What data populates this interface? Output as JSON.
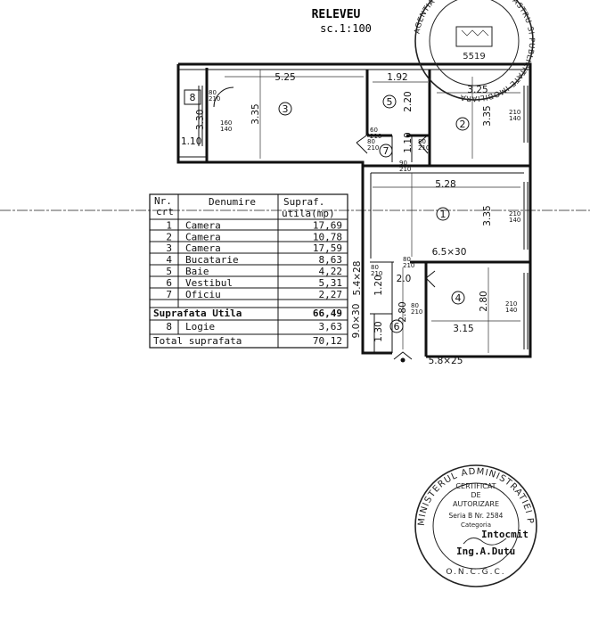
{
  "header": {
    "title": "RELEVEU",
    "scale": "sc.1:100"
  },
  "rooms": [
    {
      "id": "8",
      "width": "1.10",
      "length": "3.30"
    },
    {
      "id": "3",
      "width": "5.25",
      "length": "3.35"
    },
    {
      "id": "5",
      "width": "1.92",
      "length": "2.20"
    },
    {
      "id": "2",
      "width": "3.25",
      "length": "3.35"
    },
    {
      "id": "7",
      "height": "1.10"
    },
    {
      "id": "1",
      "width": "5.28",
      "length": "3.35"
    },
    {
      "id": "4",
      "width": "3.15",
      "length": "2.80"
    },
    {
      "id": "6",
      "width": "1.20",
      "length": "2.80",
      "extra": "1.30"
    }
  ],
  "door_marks": {
    "d3": [
      "80",
      "210"
    ],
    "d3w": [
      "160",
      "140"
    ],
    "d5": [
      "60",
      "210"
    ],
    "d7l": [
      "80",
      "210"
    ],
    "d7r": [
      "80",
      "210"
    ],
    "d7b": [
      "90",
      "210"
    ],
    "d2w": [
      "210",
      "140"
    ],
    "d1w": [
      "210",
      "140"
    ],
    "d1": [
      "80",
      "210"
    ],
    "d4": [
      "80",
      "210"
    ],
    "d4w": [
      "210",
      "140"
    ],
    "d6": [
      "80",
      "210"
    ]
  },
  "extra_dims": {
    "d1": "6.5×30",
    "d2": "5.4×28",
    "d3": "9.0×30",
    "d4": "5.8×25",
    "wall": "2.0"
  },
  "table": {
    "headers": {
      "nr_line1": "Nr.",
      "nr_line2": "crt",
      "name": "Denumire",
      "area_line1": "Supraf.",
      "area_line2": "utila(mp)"
    },
    "rows": [
      {
        "nr": "1",
        "name": "Camera",
        "area": "17,69"
      },
      {
        "nr": "2",
        "name": "Camera",
        "area": "10,78"
      },
      {
        "nr": "3",
        "name": "Camera",
        "area": "17,59"
      },
      {
        "nr": "4",
        "name": "Bucatarie",
        "area": "8,63"
      },
      {
        "nr": "5",
        "name": "Baie",
        "area": "4,22"
      },
      {
        "nr": "6",
        "name": "Vestibul",
        "area": "5,31"
      },
      {
        "nr": "7",
        "name": "Oficiu",
        "area": "2,27"
      }
    ],
    "subtotal": {
      "label": "Suprafata Utila",
      "area": "66,49"
    },
    "extra_row": {
      "nr": "8",
      "name": "Logie",
      "area": "3,63"
    },
    "total": {
      "label": "Total suprafata",
      "area": "70,12"
    }
  },
  "stamp_top": {
    "ring": "AGENTIA NATIONALA DE CADASTRU SI PUBLICITATE IMOBILIARA",
    "number": "5519"
  },
  "stamp_bottom": {
    "ring": "MINISTERUL ADMINISTRATIEI PUBLICE",
    "line1": "CERTIFICAT",
    "line2": "DE",
    "line3": "AUTORIZARE",
    "line4": "Seria B  Nr. 2584",
    "line5": "Categoria",
    "bottom": "O.N.C.G.C."
  },
  "author": {
    "role": "Intocmit",
    "name": "Ing.A.Dutu"
  }
}
